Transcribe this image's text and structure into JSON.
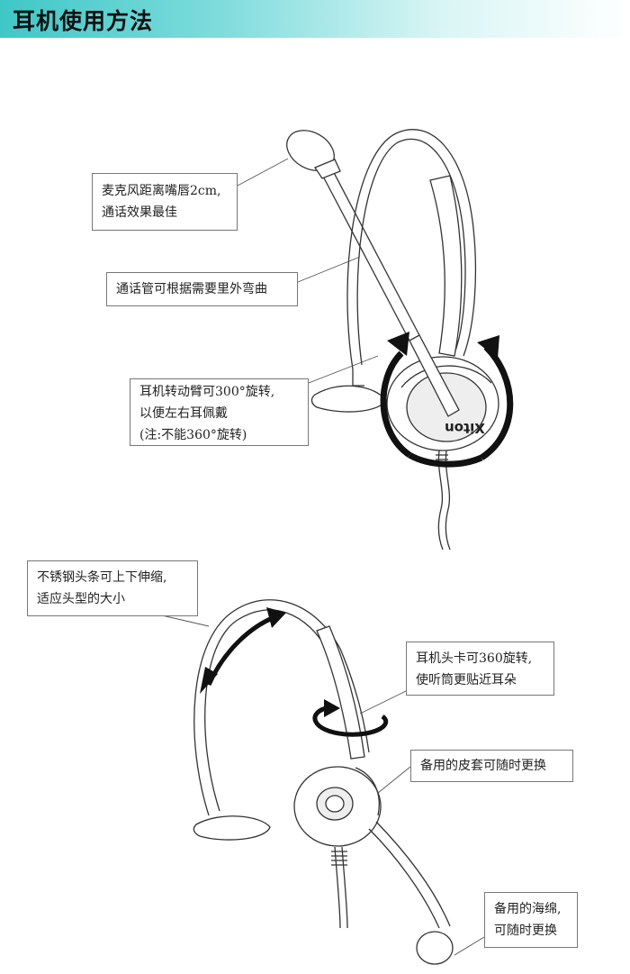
{
  "header": {
    "title": "耳机使用方法"
  },
  "top_diagram": {
    "brand_logo": "Xiton",
    "callouts": [
      {
        "lines": [
          "麦克风距离嘴唇2cm,",
          "通话效果最佳"
        ]
      },
      {
        "lines": [
          "通话管可根据需要里外弯曲"
        ]
      },
      {
        "lines": [
          "耳机转动臂可300°旋转,",
          "以便左右耳佩戴",
          "(注:不能360°旋转)"
        ]
      }
    ]
  },
  "bottom_diagram": {
    "callouts": [
      {
        "lines": [
          "不锈钢头条可上下伸缩,",
          "适应头型的大小"
        ]
      },
      {
        "lines": [
          "耳机头卡可360旋转,",
          "使听筒更贴近耳朵"
        ]
      },
      {
        "lines": [
          "备用的皮套可随时更换"
        ]
      },
      {
        "lines": [
          "备用的海绵,",
          "可随时更换"
        ]
      }
    ]
  }
}
